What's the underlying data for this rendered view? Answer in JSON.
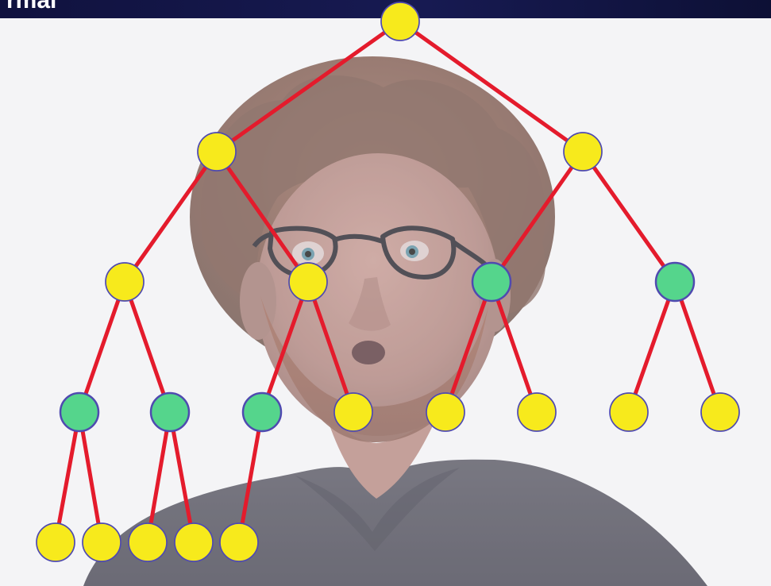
{
  "slide": {
    "title_fragment": "rmal",
    "colors": {
      "edge": "#e41b2c",
      "yellow_node": "#f7ea1c",
      "green_node": "#55d58c",
      "node_outline": "#4f4ab0",
      "title_bar": "#131647",
      "background": "#f2f2f5"
    }
  },
  "tree": {
    "nodes": [
      {
        "id": "n0",
        "color": "yellow"
      },
      {
        "id": "n1",
        "color": "yellow"
      },
      {
        "id": "n2",
        "color": "yellow"
      },
      {
        "id": "n3",
        "color": "yellow"
      },
      {
        "id": "n4",
        "color": "yellow"
      },
      {
        "id": "n5",
        "color": "green"
      },
      {
        "id": "n6",
        "color": "green"
      },
      {
        "id": "n7",
        "color": "green"
      },
      {
        "id": "n8",
        "color": "green"
      },
      {
        "id": "n9",
        "color": "green"
      },
      {
        "id": "n10",
        "color": "yellow"
      },
      {
        "id": "n11",
        "color": "yellow"
      },
      {
        "id": "n12",
        "color": "yellow"
      },
      {
        "id": "n13",
        "color": "yellow"
      },
      {
        "id": "n14",
        "color": "yellow"
      },
      {
        "id": "n15",
        "color": "yellow"
      },
      {
        "id": "n16",
        "color": "yellow"
      },
      {
        "id": "n17",
        "color": "yellow"
      },
      {
        "id": "n18",
        "color": "yellow"
      },
      {
        "id": "n19",
        "color": "yellow"
      },
      {
        "id": "n20",
        "color": "yellow"
      }
    ],
    "edges": [
      [
        "n0",
        "n1"
      ],
      [
        "n0",
        "n2"
      ],
      [
        "n1",
        "n3"
      ],
      [
        "n1",
        "n4"
      ],
      [
        "n2",
        "n5"
      ],
      [
        "n2",
        "n6"
      ],
      [
        "n3",
        "n7"
      ],
      [
        "n3",
        "n8"
      ],
      [
        "n4",
        "n9"
      ],
      [
        "n4",
        "n10"
      ],
      [
        "n5",
        "n11"
      ],
      [
        "n5",
        "n12"
      ],
      [
        "n6",
        "n13"
      ],
      [
        "n6",
        "n14"
      ],
      [
        "n7",
        "n15"
      ],
      [
        "n7",
        "n16"
      ],
      [
        "n8",
        "n17"
      ],
      [
        "n8",
        "n18"
      ],
      [
        "n9",
        "n19"
      ]
    ]
  }
}
